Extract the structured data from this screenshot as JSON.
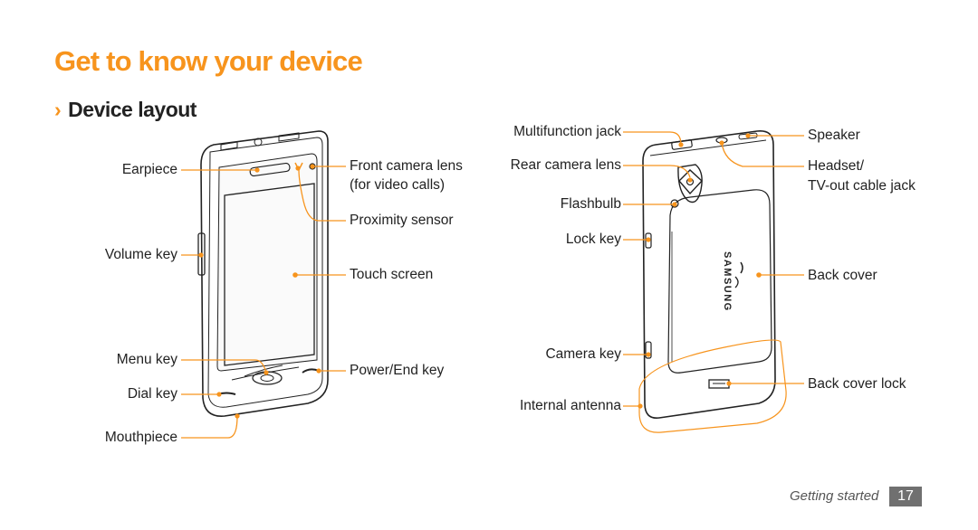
{
  "header": {
    "title": "Get to know your device",
    "section_chevron": "›",
    "section_title": "Device layout"
  },
  "front_labels": {
    "earpiece": "Earpiece",
    "front_camera_lens": "Front camera lens",
    "front_camera_lens_note": "(for video calls)",
    "proximity_sensor": "Proximity sensor",
    "volume_key": "Volume key",
    "touch_screen": "Touch screen",
    "menu_key": "Menu key",
    "power_end_key": "Power/End key",
    "dial_key": "Dial key",
    "mouthpiece": "Mouthpiece"
  },
  "back_labels": {
    "multifunction_jack": "Multifunction jack",
    "speaker": "Speaker",
    "rear_camera_lens": "Rear camera lens",
    "headset": "Headset/",
    "headset_note": "TV-out cable jack",
    "flashbulb": "Flashbulb",
    "lock_key": "Lock key",
    "back_cover": "Back cover",
    "camera_key": "Camera key",
    "back_cover_lock": "Back cover lock",
    "internal_antenna": "Internal antenna"
  },
  "device_branding": {
    "logo_text": "SAMSUNG"
  },
  "footer": {
    "section_name": "Getting started",
    "page_number": "17"
  },
  "colors": {
    "accent": "#f7941d",
    "text": "#222222",
    "page_badge": "#707070"
  }
}
